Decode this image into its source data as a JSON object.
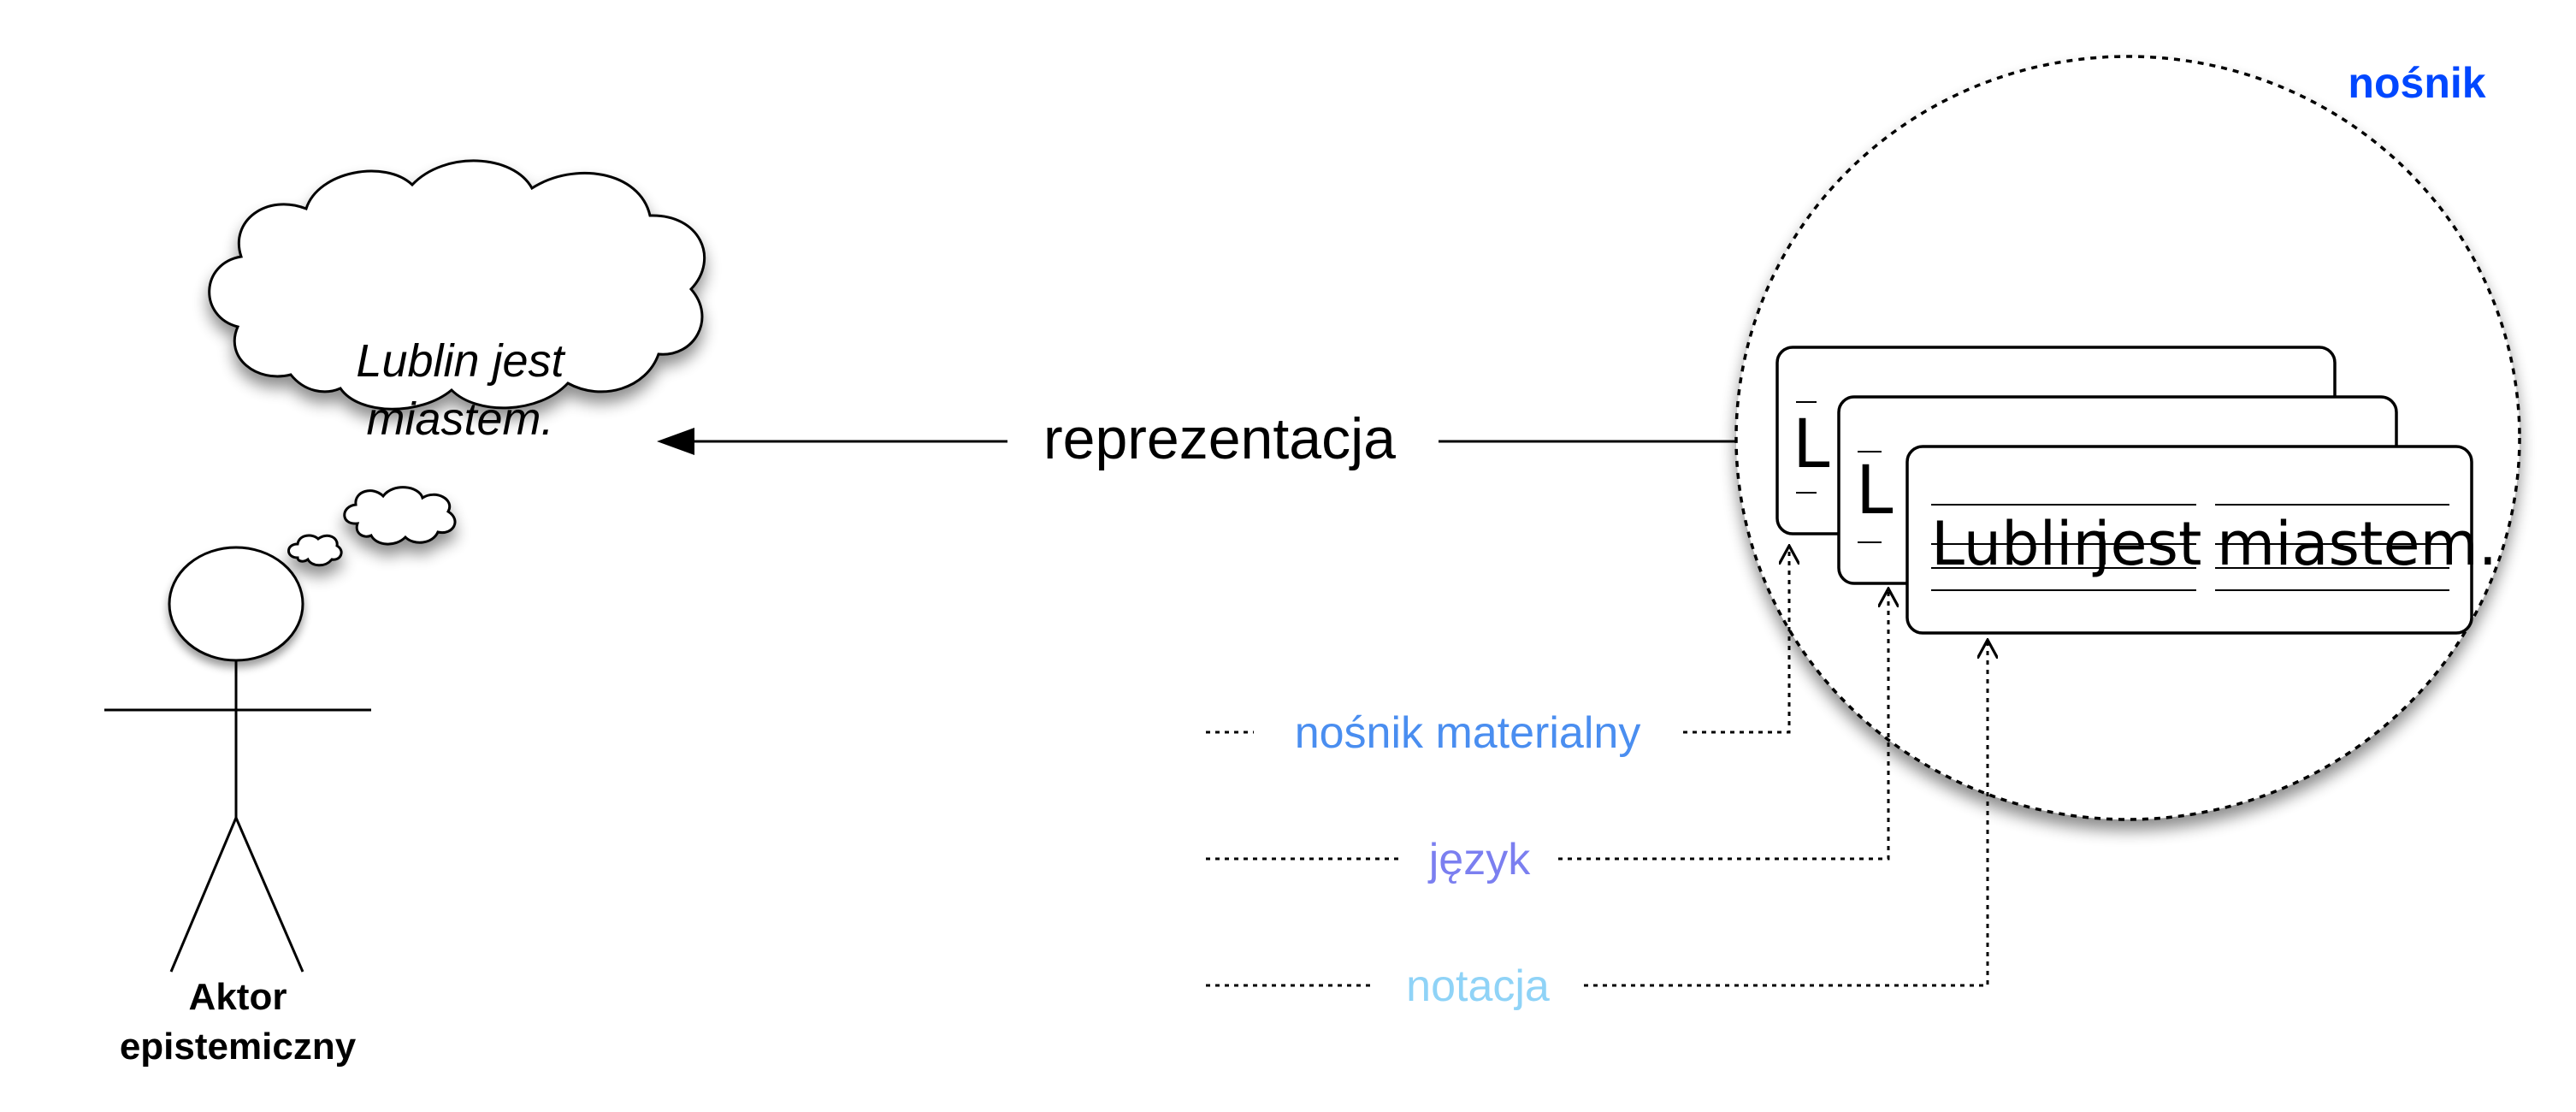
{
  "thought": {
    "line1": "Lublin jest",
    "line2": "miastem."
  },
  "actor": {
    "line1": "Aktor",
    "line2": "epistemiczny"
  },
  "relation_label": "reprezentacja",
  "carrier_title": "nośnik",
  "card": {
    "word1": "Lublin",
    "word2": "jest",
    "word3": "miastem.",
    "initial": "L"
  },
  "layers": {
    "material": "nośnik materialny",
    "language": "język",
    "notation": "notacja"
  },
  "colors": {
    "carrier_title": "#0047ff",
    "material": "#4a8ef0",
    "language": "#7b7ff0",
    "notation": "#8fd3f7"
  }
}
